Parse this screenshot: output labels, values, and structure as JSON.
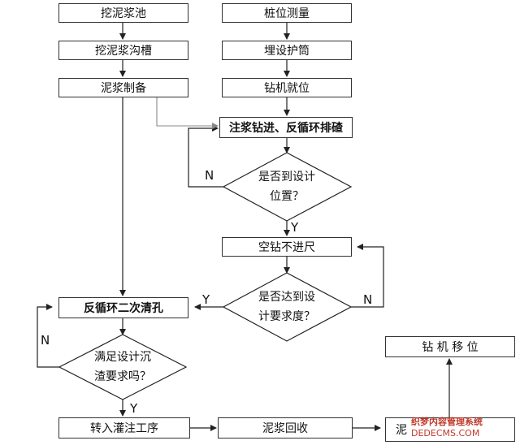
{
  "left_column": {
    "dig_pit": "挖泥浆池",
    "dig_trench": "挖泥浆沟槽",
    "mud_prep": "泥浆制备",
    "reverse_clean": "反循环二次清孔",
    "to_pouring": "转入灌注工序"
  },
  "right_column": {
    "pile_survey": "桩位测量",
    "casing": "埋设护筒",
    "rig_position": "钻机就位",
    "drilling": "注浆钻进、反循环排碴",
    "idle_drill": "空钻不进尺",
    "mud_recycle": "泥浆回收",
    "rig_move": "钻 机 移 位",
    "partial_box": "泥"
  },
  "decisions": {
    "design_position": [
      "是否到设计",
      "位置？"
    ],
    "design_depth": [
      "是否达到设",
      "计要求度？"
    ],
    "sediment": [
      "满足设计沉",
      "渣要求吗？"
    ]
  },
  "edge_labels": {
    "n1": "N",
    "y1": "Y",
    "n2": "N",
    "y2": "Y",
    "n3": "N",
    "y3": "Y"
  },
  "watermark": {
    "line1": "织梦内容管理系统",
    "line2": "DEDECMS.COM"
  }
}
